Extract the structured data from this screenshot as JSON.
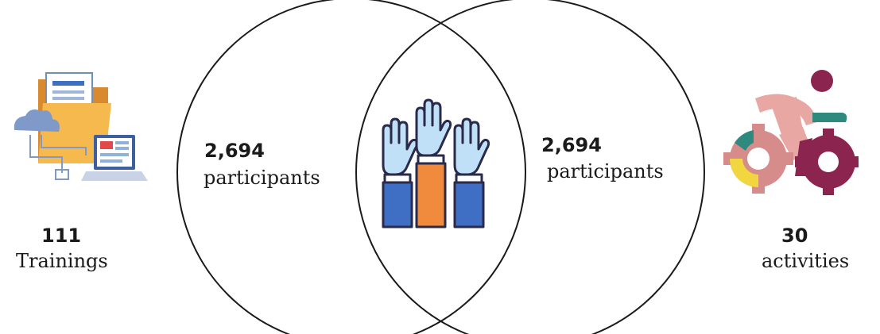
{
  "left_stat": {
    "value": "111",
    "label": "Trainings",
    "icon": "folder-laptop-cloud-icon"
  },
  "right_stat": {
    "value": "30",
    "label": "activities",
    "icon": "cyclist-gears-icon"
  },
  "left_circle": {
    "value": "2,694",
    "label": "participants"
  },
  "right_circle": {
    "value": "2,694",
    "label": "participants"
  },
  "center": {
    "icon": "raised-hands-icon"
  },
  "colors": {
    "outline": "#1a1a1a",
    "text": "#1a1a1a",
    "maroon": "#8c2450",
    "pink": "#e8a7a2",
    "teal": "#2e8a7f",
    "yellow": "#f2d640",
    "hand_fill": "#bfe0f7",
    "sleeve_blue": "#3f6fc4",
    "sleeve_orange": "#f08a3c"
  }
}
